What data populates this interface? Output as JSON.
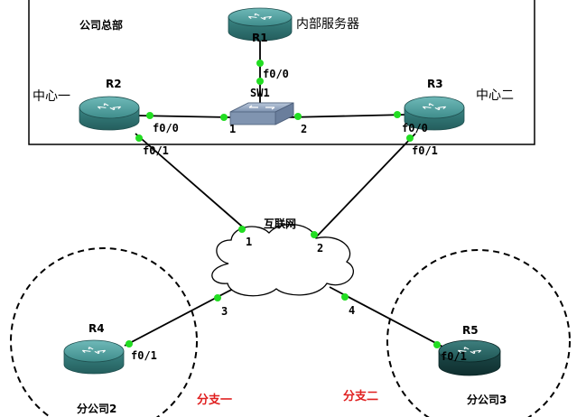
{
  "hq": {
    "title": "公司总部"
  },
  "server": {
    "name": "R1",
    "label": "内部服务器",
    "port": "f0/0"
  },
  "switch": {
    "name": "SW1",
    "port1": "1",
    "port2": "2"
  },
  "r2": {
    "name": "R2",
    "label": "中心一",
    "port_lan": "f0/0",
    "port_wan": "f0/1"
  },
  "r3": {
    "name": "R3",
    "label": "中心二",
    "port_lan": "f0/0",
    "port_wan": "f0/1"
  },
  "internet": {
    "label": "互联网",
    "port1": "1",
    "port2": "2",
    "port3": "3",
    "port4": "4"
  },
  "r4": {
    "name": "R4",
    "port": "f0/1",
    "site": "分公司2",
    "branch": "分支一"
  },
  "r5": {
    "name": "R5",
    "port": "f0/1",
    "site": "分公司3",
    "branch": "分支二"
  },
  "colors": {
    "router_teal": "#3f8d8c",
    "router_dark": "#1f4f4f",
    "link_dot": "#22dd22",
    "branch_label": "#e02020"
  }
}
